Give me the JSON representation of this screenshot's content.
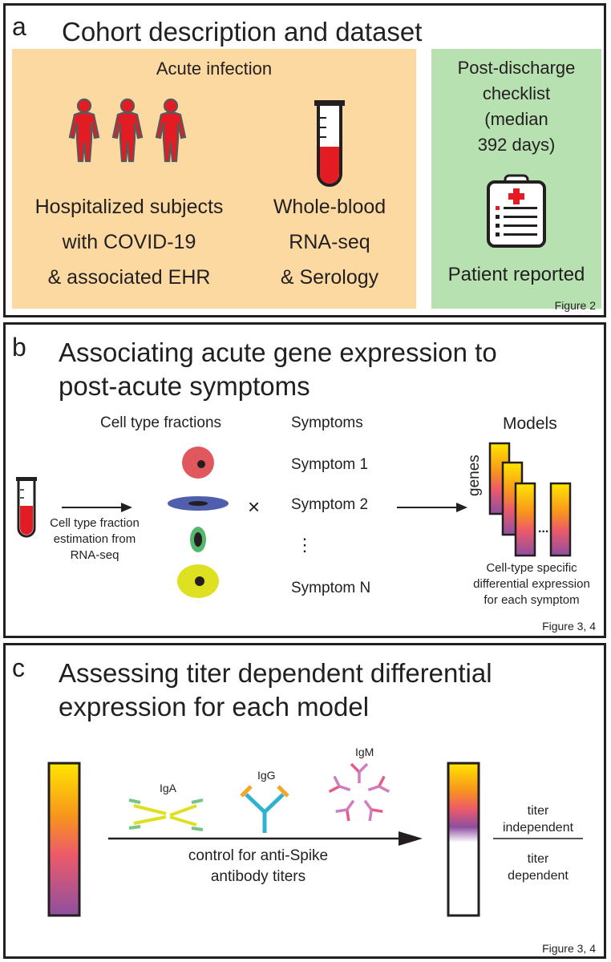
{
  "panel_a": {
    "letter": "a",
    "title": "Cohort description and dataset",
    "acute": {
      "heading": "Acute infection",
      "subjects": [
        "Hospitalized subjects",
        "with COVID-19",
        "& associated EHR"
      ],
      "blood": [
        "Whole-blood",
        "RNA-seq",
        "& Serology"
      ]
    },
    "post": {
      "lines": [
        "Post-discharge",
        "checklist",
        "(median",
        "392 days)"
      ],
      "reported": "Patient reported"
    },
    "figure_ref": "Figure 2",
    "colors": {
      "acute_bg": "#fcd9a1",
      "post_bg": "#b7e1b0",
      "body_red": "#e31b23"
    }
  },
  "panel_b": {
    "letter": "b",
    "title": [
      "Associating acute gene expression to",
      "post-acute symptoms"
    ],
    "cell_fractions_heading": "Cell type fractions",
    "symptoms_heading": "Symptoms",
    "models_heading": "Models",
    "symptoms": [
      "Symptom 1",
      "Symptom 2",
      "⋮",
      "Symptom N"
    ],
    "times": "×",
    "estimation": [
      "Cell type fraction",
      "estimation from",
      "RNA-seq"
    ],
    "genes_label": "genes",
    "ellipsis": "...",
    "models_caption": [
      "Cell-type specific",
      "differential expression",
      "for each symptom"
    ],
    "figure_ref": "Figure 3, 4"
  },
  "panel_c": {
    "letter": "c",
    "title": [
      "Assessing titer dependent differential",
      "expression for each model"
    ],
    "antibodies": [
      "IgA",
      "IgG",
      "IgM"
    ],
    "control": [
      "control for anti-Spike",
      "antibody titers"
    ],
    "titer_independent": [
      "titer",
      "independent"
    ],
    "titer_dependent": [
      "titer",
      "dependent"
    ],
    "figure_ref": "Figure 3, 4"
  }
}
